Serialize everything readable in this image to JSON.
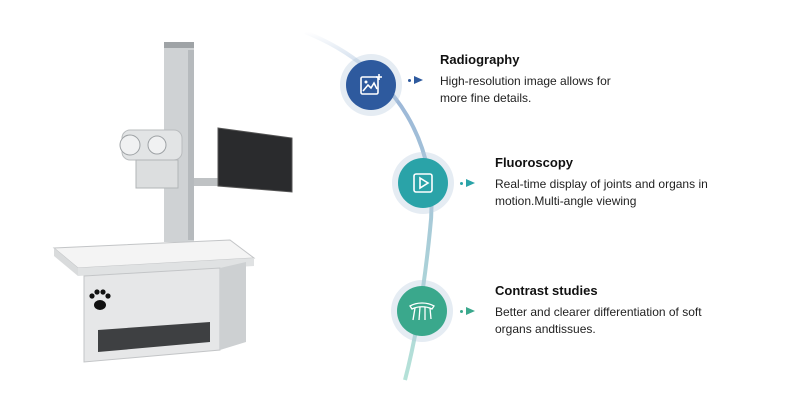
{
  "colors": {
    "radiography": "#2e5a9e",
    "fluoroscopy": "#2aa3a8",
    "contrast": "#3aa88c",
    "arc_top": "#9db8d8",
    "arc_bottom": "#8fd0c2"
  },
  "features": [
    {
      "title": "Radiography",
      "description": "High-resolution image allows for more fine details.",
      "icon": "image-icon"
    },
    {
      "title": "Fluoroscopy",
      "description": "Real-time display of joints and organs in motion.Multi-angle viewing",
      "icon": "play-icon"
    },
    {
      "title": "Contrast studies",
      "description": "Better and clearer differentiation of soft organs andtissues.",
      "icon": "bone-icon"
    }
  ],
  "machine": {
    "logo_icon": "paw-icon"
  }
}
